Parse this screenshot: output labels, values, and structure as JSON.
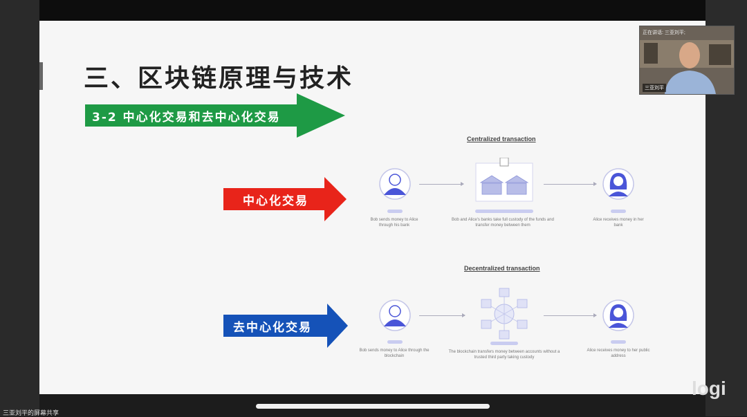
{
  "slide": {
    "title": "三、区块链原理与技术",
    "section_arrow": "3-2  中心化交易和去中心化交易",
    "centralized_arrow": "中心化交易",
    "decentralized_arrow": "去中心化交易"
  },
  "centralized": {
    "title": "Centralized transaction",
    "cap_left": "Bob sends money to Alice through his bank",
    "cap_mid": "Bob and Alice's banks take full custody of the funds and transfer money between them",
    "cap_right": "Alice receives money in her bank"
  },
  "decentralized": {
    "title": "Decentralized transaction",
    "cap_left": "Bob sends money to Alice through the blockchain",
    "cap_mid": "The blockchain transfers money between accounts without a trusted third party taking custody",
    "cap_right": "Alice receives money to her public address"
  },
  "webcam": {
    "speaking": "正在讲话: 三亚刘平;",
    "name": "三亚刘平"
  },
  "status_bar": "三亚刘平的屏幕共享",
  "logo": "logi",
  "colors": {
    "green": "#1e9a45",
    "red": "#e8241a",
    "blue": "#1552b8",
    "user_icon": "#4a55d8"
  }
}
